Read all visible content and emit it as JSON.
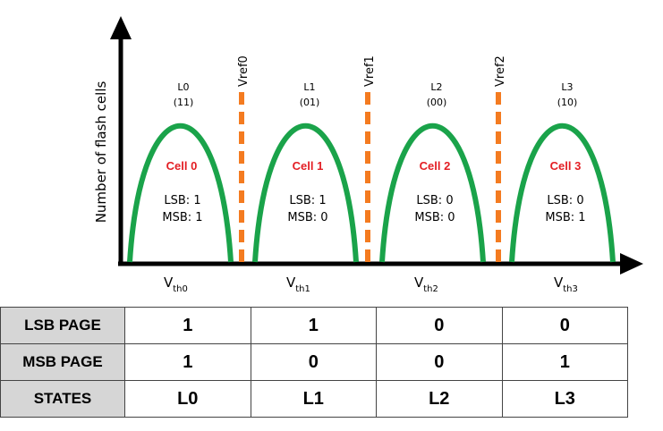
{
  "diagram": {
    "y_axis_label": "Number of flash cells",
    "levels": [
      {
        "name": "L0",
        "code": "(11)",
        "cell": "Cell 0",
        "lsb": "LSB: 1",
        "msb": "MSB: 1",
        "vth": "V",
        "vth_sub": "th0"
      },
      {
        "name": "L1",
        "code": "(01)",
        "cell": "Cell 1",
        "lsb": "LSB: 1",
        "msb": "MSB: 0",
        "vth": "V",
        "vth_sub": "th1"
      },
      {
        "name": "L2",
        "code": "(00)",
        "cell": "Cell 2",
        "lsb": "LSB: 0",
        "msb": "MSB: 0",
        "vth": "V",
        "vth_sub": "th2"
      },
      {
        "name": "L3",
        "code": "(10)",
        "cell": "Cell 3",
        "lsb": "LSB: 0",
        "msb": "MSB: 1",
        "vth": "V",
        "vth_sub": "th3"
      }
    ],
    "vrefs": [
      "Vref0",
      "Vref1",
      "Vref2"
    ],
    "colors": {
      "curve": "#1aa34a",
      "vref": "#f47b20",
      "cell_label": "#e31e24",
      "axis": "#000000",
      "table_header": "#d6d6d6"
    }
  },
  "table": {
    "rows": [
      {
        "label": "LSB PAGE",
        "values": [
          "1",
          "1",
          "0",
          "0"
        ]
      },
      {
        "label": "MSB PAGE",
        "values": [
          "1",
          "0",
          "0",
          "1"
        ]
      },
      {
        "label": "STATES",
        "values": [
          "L0",
          "L1",
          "L2",
          "L3"
        ]
      }
    ]
  }
}
